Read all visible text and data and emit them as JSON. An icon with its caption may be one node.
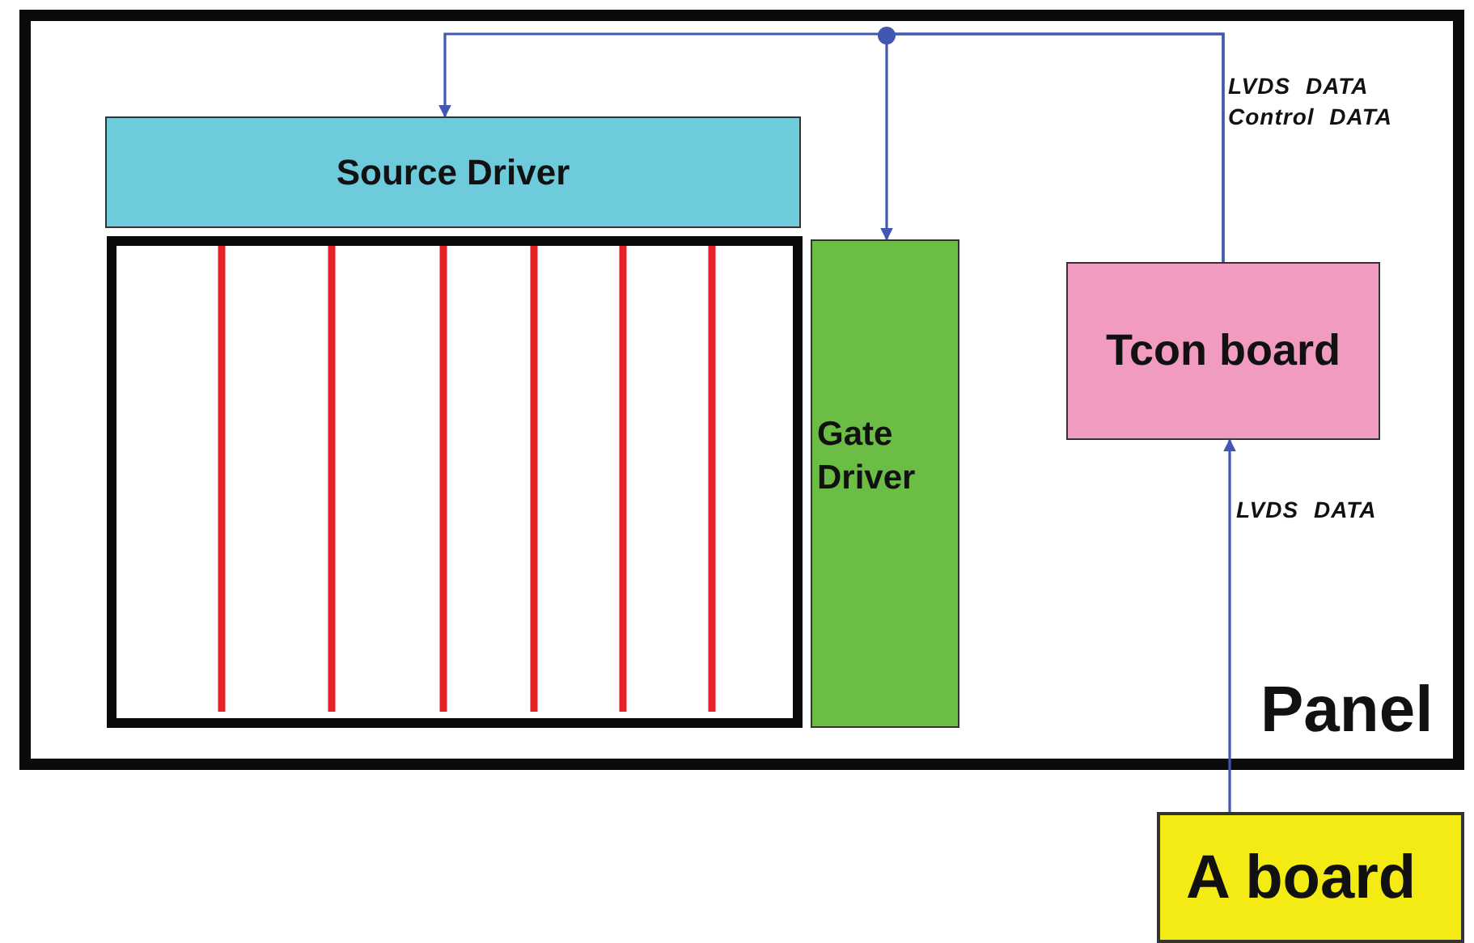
{
  "diagram": {
    "nodes": [
      {
        "text": [
          "Panel"
        ]
      },
      {
        "text": [
          "Source Driver"
        ],
        "in": 0
      },
      {
        "text": [],
        "shape": "box",
        "in": 0
      },
      {
        "text": [
          "Gate Driver"
        ],
        "in": 0
      },
      {
        "text": [
          "Tcon board"
        ],
        "in": 0
      },
      {
        "text": [
          "A board"
        ]
      }
    ],
    "edges": [
      {
        "from": 4,
        "to": 1,
        "arrow": "to",
        "label": "LVDS DATA Control DATA"
      },
      {
        "from": 4,
        "to": 3,
        "arrow": "to"
      },
      {
        "from": 5,
        "to": 4,
        "arrow": "to",
        "label": "LVDS DATA"
      }
    ]
  }
}
